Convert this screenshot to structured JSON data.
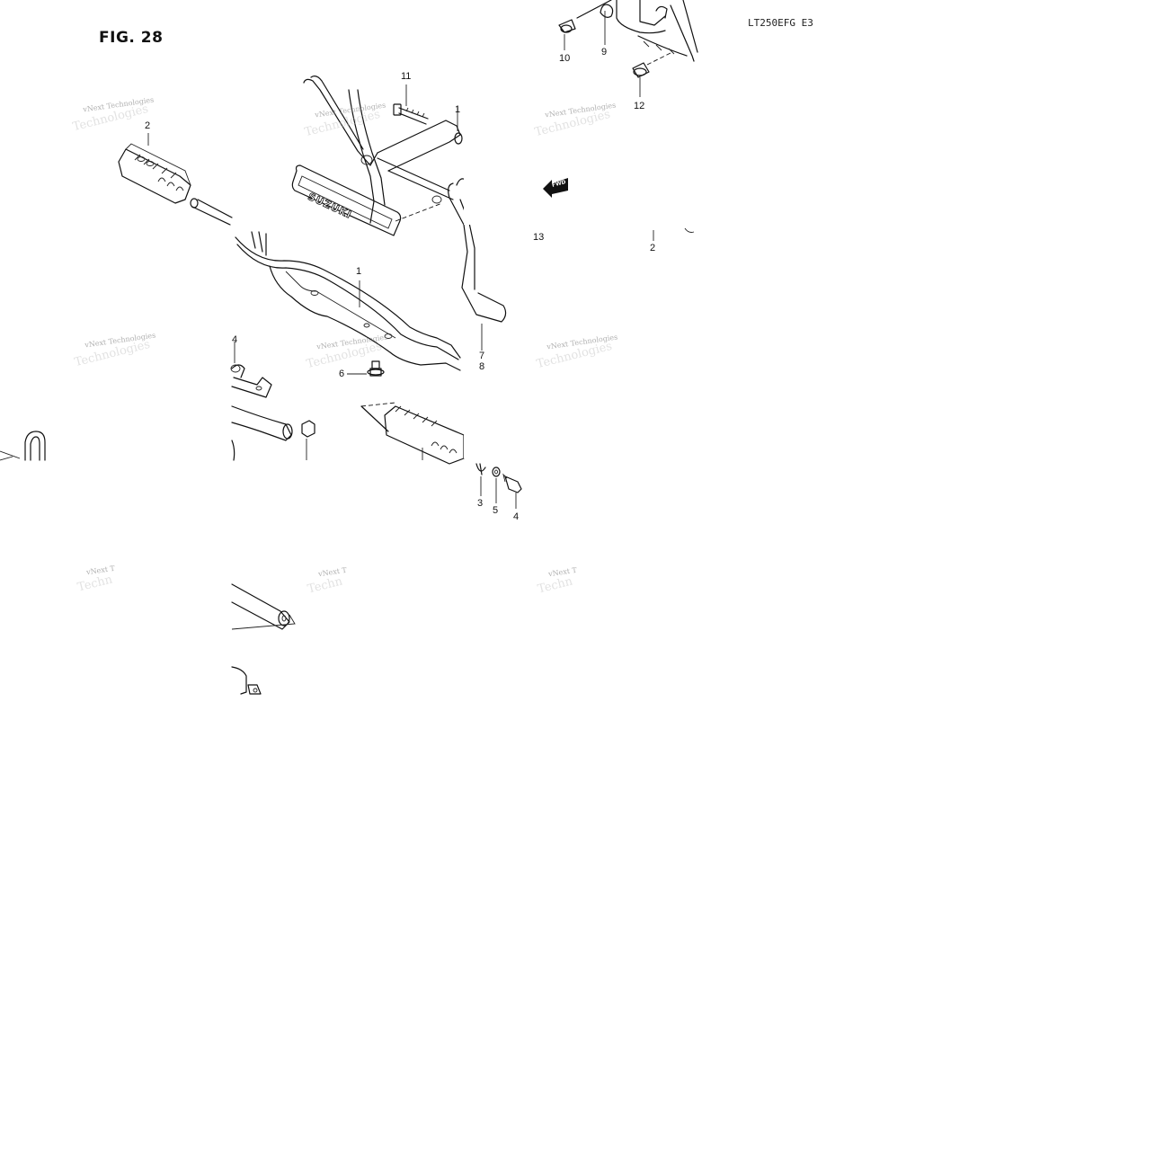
{
  "figure": {
    "title": "FIG. 28",
    "model_code": "LT250EFG E3"
  },
  "callouts": {
    "c1": "1",
    "c2a": "2",
    "c2b": "2",
    "c3": "3",
    "c4a": "4",
    "c4b": "4",
    "c5": "5",
    "c6": "6",
    "c7": "7",
    "c8": "8",
    "c9": "9",
    "c10": "10",
    "c11": "11",
    "c12": "12",
    "c13": "13",
    "c1b": "1"
  },
  "labels": {
    "brand_plate": "SUZUKI",
    "fwd_arrow": "FWD"
  },
  "watermark": {
    "line1": "vNext Technologies",
    "line2": "Technologies",
    "partial1": "vNext T",
    "partial2": "Techn"
  }
}
